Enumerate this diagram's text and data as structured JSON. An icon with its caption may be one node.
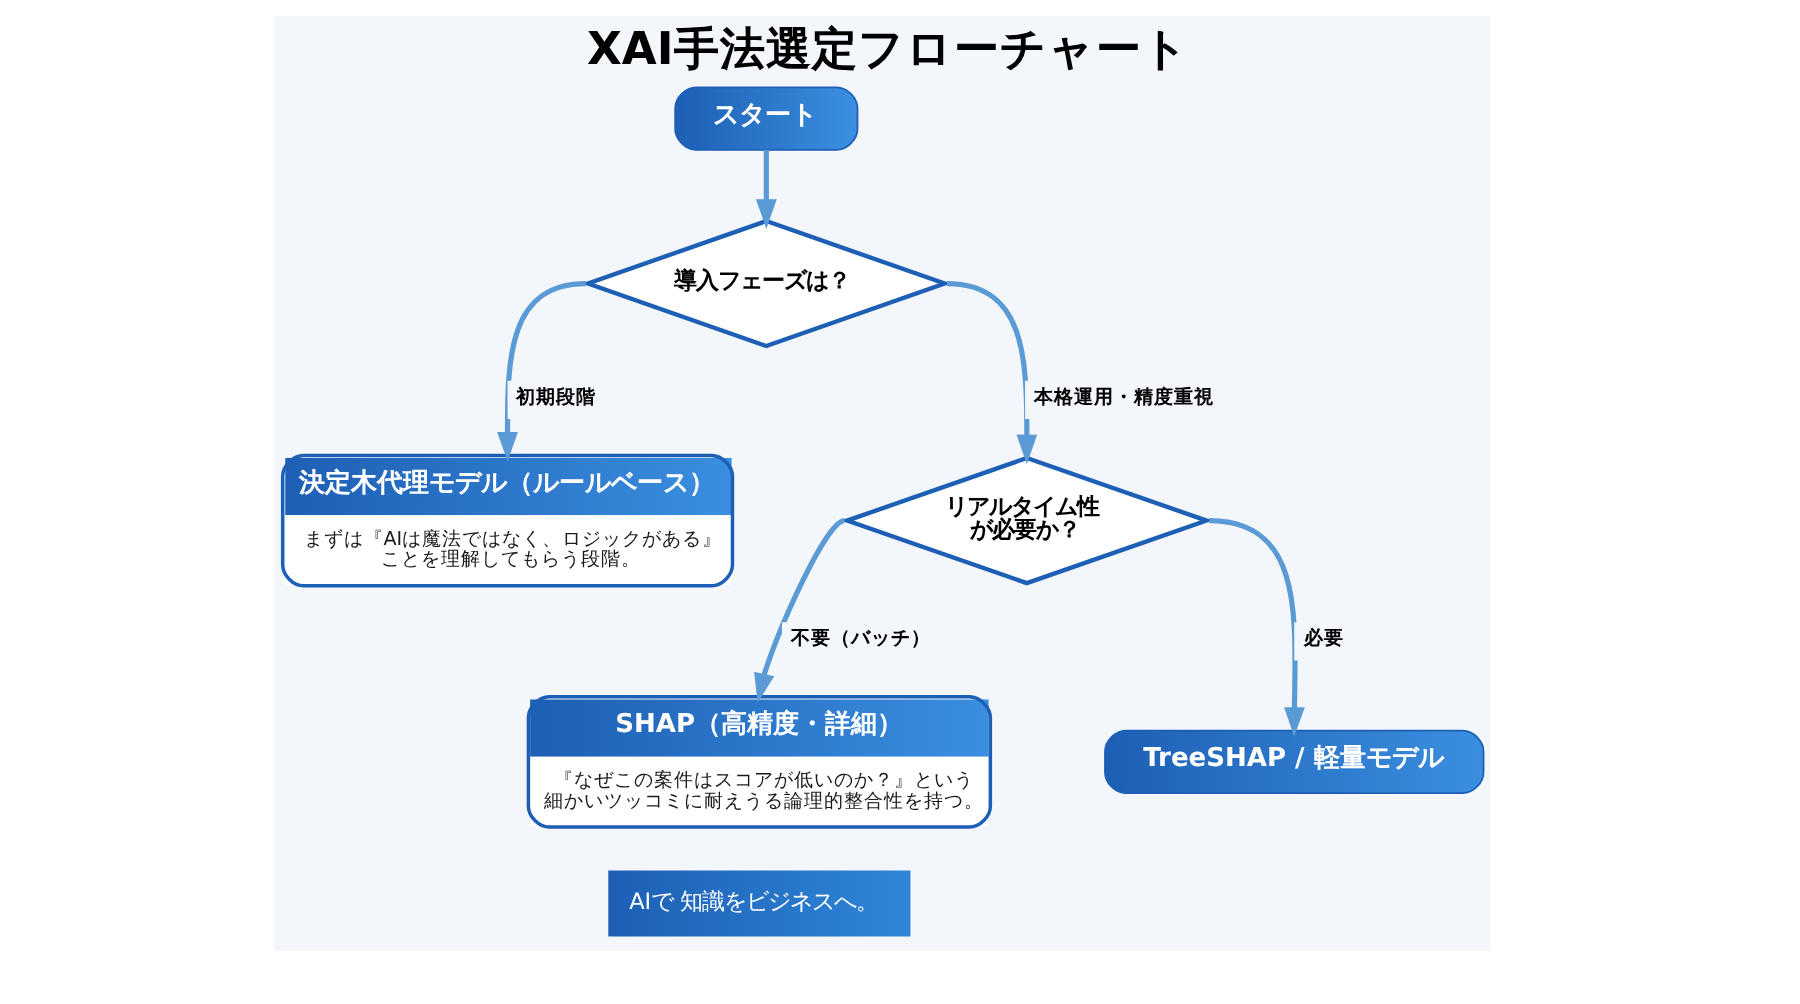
{
  "diagram": {
    "title": "XAI手法選定フローチャート",
    "nodes": [
      {
        "text": [
          "スタート"
        ]
      },
      {
        "text": [
          "導入フェーズは？"
        ]
      },
      {
        "text": [
          "決定木代理モデル（ルールベース）",
          "まずは『AIは魔法ではなく、ロジックがある』ことを理解してもらう段階。"
        ]
      },
      {
        "text": [
          "リアルタイム性が必要か？"
        ]
      },
      {
        "text": [
          "SHAP（高精度・詳細）",
          "『なぜこの案件はスコアが低いのか？』という細かいツッコミに耐えうる論理的整合性を持つ。"
        ]
      },
      {
        "text": [
          "TreeSHAP / 軽量モデル"
        ]
      }
    ],
    "edges": [
      {
        "from": 0,
        "to": 1,
        "arrow": "to"
      },
      {
        "from": 1,
        "to": 2,
        "arrow": "to",
        "label": "初期段階"
      },
      {
        "from": 1,
        "to": 3,
        "arrow": "to",
        "label": "本格運用・精度重視"
      },
      {
        "from": 3,
        "to": 4,
        "arrow": "to",
        "label": "不要（バッチ）"
      },
      {
        "from": 3,
        "to": 5,
        "arrow": "to",
        "label": "必要"
      }
    ],
    "labels": [
      "AIで 知識をビジネスへ。"
    ]
  }
}
